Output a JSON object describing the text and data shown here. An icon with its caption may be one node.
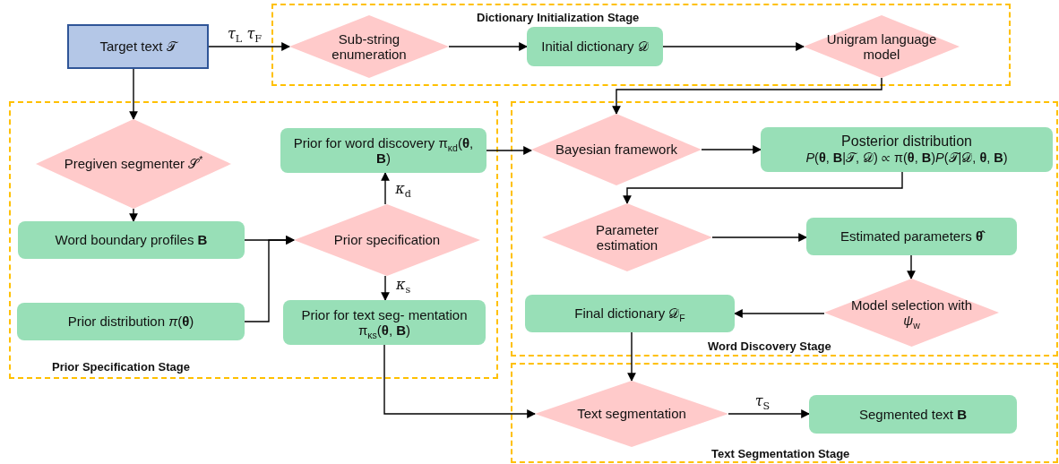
{
  "diagram": {
    "nodes": [
      {
        "text": [
          "Target text 𝒯"
        ]
      },
      {
        "text": [
          "Dictionary Initialization Stage"
        ]
      },
      {
        "text": [
          "Sub-string enumeration"
        ],
        "in": 1
      },
      {
        "text": [
          "Initial dictionary 𝒟"
        ],
        "in": 1
      },
      {
        "text": [
          "Unigram language model"
        ],
        "in": 1
      },
      {
        "text": [
          "Prior Specification Stage"
        ]
      },
      {
        "text": [
          "Pregiven segmenter 𝒮$^{*}$"
        ],
        "in": 5
      },
      {
        "text": [
          "Prior for word discovery π$_{κd}$(**θ**, **B**)"
        ],
        "in": 5
      },
      {
        "text": [
          "Word boundary profiles **B**"
        ],
        "in": 5
      },
      {
        "text": [
          "Prior specification"
        ],
        "in": 5
      },
      {
        "text": [
          "Prior distribution *π*(**θ**)"
        ],
        "in": 5
      },
      {
        "text": [
          "Prior for text seg- mentation π$_{κs}$(**θ**, **B**)"
        ],
        "in": 5
      },
      {
        "text": [
          "Word Discovery Stage"
        ]
      },
      {
        "text": [
          "Bayesian framework"
        ],
        "in": 12
      },
      {
        "text": [
          "Posterior distribution",
          "*P*(**θ**, **B**|𝒯, 𝒟) ∝ π(**θ**, **B**)*P*(𝒯|𝒟, **θ**, **B**)"
        ],
        "in": 12
      },
      {
        "text": [
          "Parameter estimation"
        ],
        "in": 12
      },
      {
        "text": [
          "Estimated parameters **θ̂**"
        ],
        "in": 12
      },
      {
        "text": [
          "Final dictionary 𝒟$_{F}$"
        ],
        "in": 12
      },
      {
        "text": [
          "Model selection with *ψ*$_{w}$"
        ],
        "in": 12
      },
      {
        "text": [
          "Text Segmentation Stage"
        ]
      },
      {
        "text": [
          "Text segmentation"
        ],
        "in": 19
      },
      {
        "text": [
          "Segmented text **B**"
        ],
        "in": 19
      }
    ],
    "edges": [
      {
        "from": 0,
        "to": 2,
        "arrow": "to",
        "label": "*τ*$_{L}$ *τ*$_{F}$"
      },
      {
        "from": 2,
        "to": 3,
        "arrow": "to"
      },
      {
        "from": 3,
        "to": 4,
        "arrow": "to"
      },
      {
        "from": 4,
        "to": 13,
        "arrow": "to"
      },
      {
        "from": 0,
        "to": 6,
        "arrow": "to"
      },
      {
        "from": 6,
        "to": 8,
        "arrow": "to"
      },
      {
        "from": 8,
        "to": 9,
        "arrow": "to"
      },
      {
        "from": 10,
        "to": 9,
        "arrow": "to"
      },
      {
        "from": 9,
        "to": 7,
        "arrow": "to",
        "label": "*κ*$_{d}$"
      },
      {
        "from": 9,
        "to": 11,
        "arrow": "to",
        "label": "*κ*$_{s}$"
      },
      {
        "from": 7,
        "to": 13,
        "arrow": "to"
      },
      {
        "from": 13,
        "to": 14,
        "arrow": "to"
      },
      {
        "from": 14,
        "to": 15,
        "arrow": "to"
      },
      {
        "from": 15,
        "to": 16,
        "arrow": "to"
      },
      {
        "from": 16,
        "to": 18,
        "arrow": "to"
      },
      {
        "from": 18,
        "to": 17,
        "arrow": "to"
      },
      {
        "from": 17,
        "to": 20,
        "arrow": "to"
      },
      {
        "from": 11,
        "to": 20,
        "arrow": "to"
      },
      {
        "from": 20,
        "to": 21,
        "arrow": "to",
        "label": "*τ*$_{S}$"
      }
    ]
  }
}
